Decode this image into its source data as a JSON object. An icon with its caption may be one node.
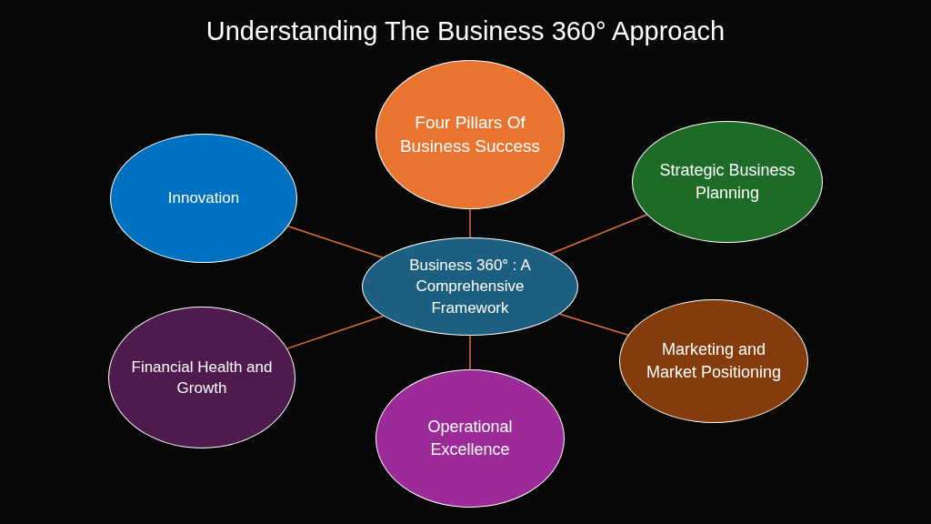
{
  "diagram": {
    "title": "Understanding The Business 360° Approach",
    "nodes": [
      {
        "text": [
          "Four Pillars Of Business Success"
        ]
      },
      {
        "text": [
          "Innovation"
        ]
      },
      {
        "text": [
          "Strategic Business Planning"
        ]
      },
      {
        "text": [
          "Business 360° : A Comprehensive Framework"
        ]
      },
      {
        "text": [
          "Marketing and Market Positioning"
        ]
      },
      {
        "text": [
          "Financial Health and Growth"
        ]
      },
      {
        "text": [
          "Operational Excellence"
        ]
      }
    ],
    "edges": [
      {
        "from": 3,
        "to": 0,
        "arrow": "none"
      },
      {
        "from": 3,
        "to": 1,
        "arrow": "none"
      },
      {
        "from": 3,
        "to": 2,
        "arrow": "none"
      },
      {
        "from": 3,
        "to": 4,
        "arrow": "none"
      },
      {
        "from": 3,
        "to": 5,
        "arrow": "none"
      },
      {
        "from": 3,
        "to": 6,
        "arrow": "none"
      }
    ]
  }
}
